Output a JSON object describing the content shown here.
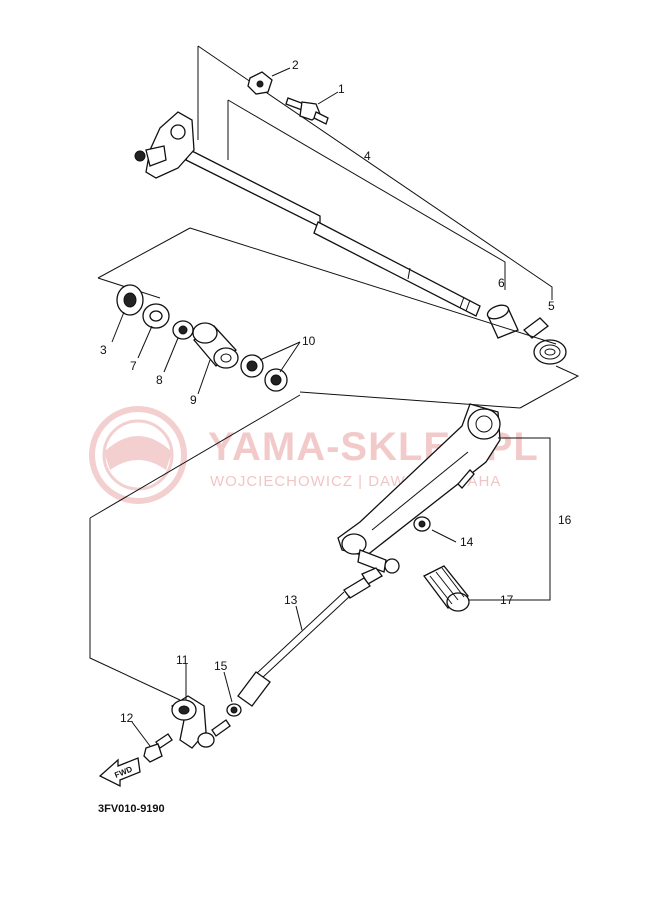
{
  "diagram": {
    "callouts": {
      "c1": "1",
      "c2": "2",
      "c3": "3",
      "c4": "4",
      "c5": "5",
      "c6": "6",
      "c7": "7",
      "c8": "8",
      "c9": "9",
      "c10": "10",
      "c11": "11",
      "c12": "12",
      "c13": "13",
      "c14": "14",
      "c15": "15",
      "c16": "16",
      "c17": "17"
    },
    "drawing_code": "3FV010-9190",
    "fwd_label": "FWD"
  },
  "watermark": {
    "main": "YAMA-SKLEP.PL",
    "sub": "WOJCIECHOWICZ | DAWNY YAMAHA",
    "color": "#e8a0a0"
  }
}
